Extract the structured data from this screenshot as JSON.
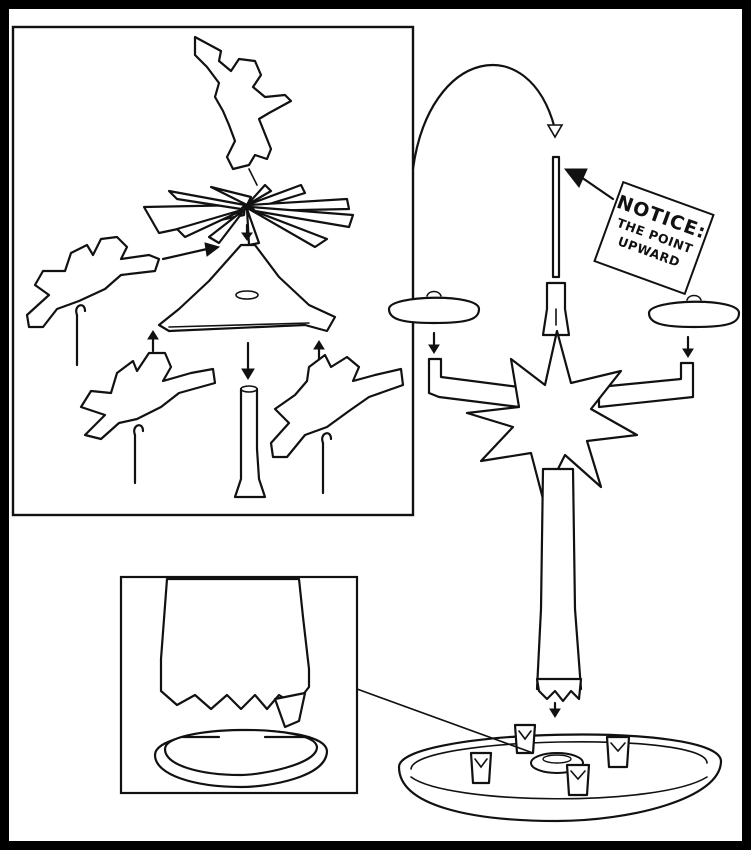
{
  "notice": {
    "title": "NOTICE:",
    "line1": "THE POINT",
    "line2": "UPWARD"
  },
  "colors": {
    "ink": "#111111",
    "paper": "#ffffff",
    "frame": "#000000"
  }
}
